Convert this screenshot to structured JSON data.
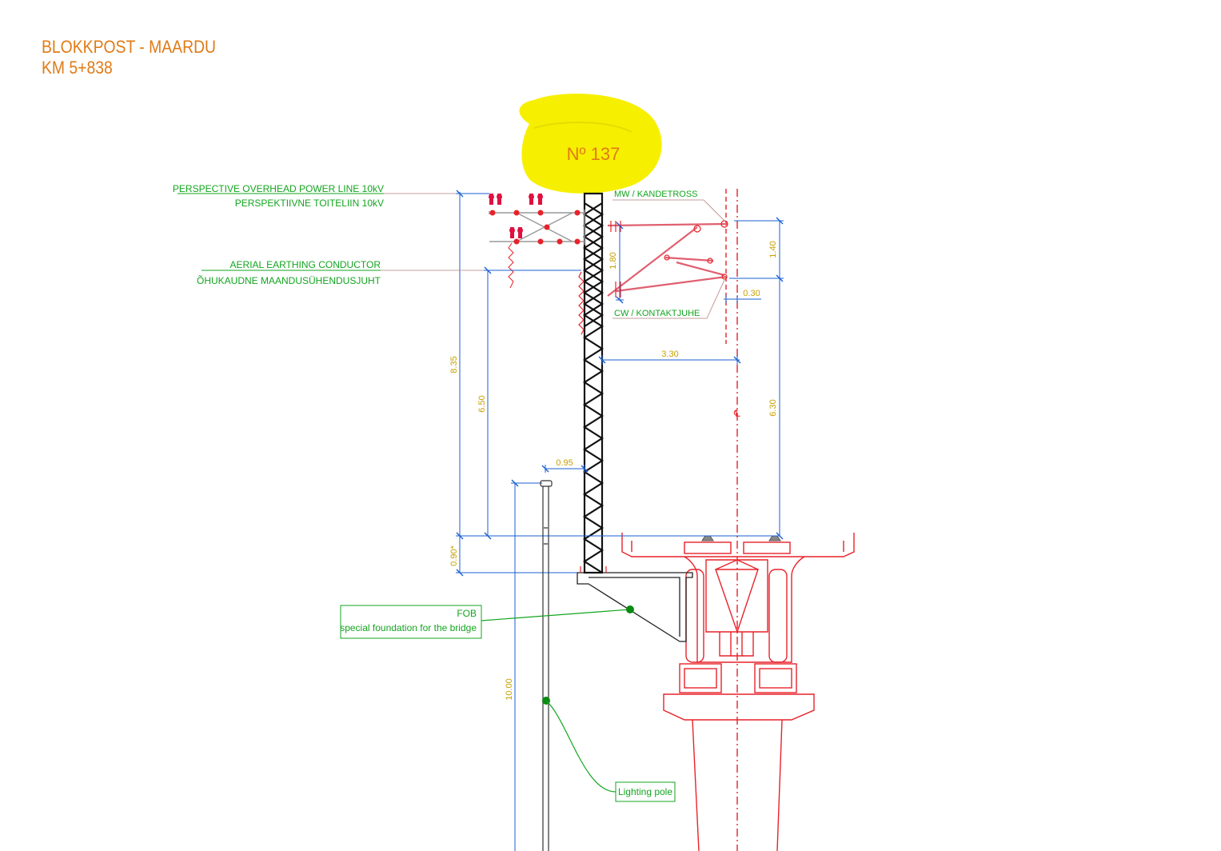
{
  "header": {
    "title_line1": "BLOKKPOST - MAARDU",
    "title_line2": "KM 5+838"
  },
  "mast_number": "Nº 137",
  "labels": {
    "overhead_power_en": "PERSPECTIVE OVERHEAD POWER LINE 10kV",
    "overhead_power_et": "PERSPEKTIIVNE TOITELIIN 10kV",
    "earthing_en": "AERIAL EARTHING CONDUCTOR",
    "earthing_et": "ÕHUKAUDNE MAANDUSÜHENDUSJUHT",
    "messenger_wire": "MW / KANDETROSS",
    "contact_wire": "CW / KONTAKTJUHE",
    "fob_title": "FOB",
    "fob_desc": "special foundation for the bridge",
    "lighting_pole": "Lighting pole"
  },
  "dimensions": {
    "d_8_35": "8.35",
    "d_6_50": "6.50",
    "d_1_80": "1.80",
    "d_1_40": "1.40",
    "d_0_30": "0.30",
    "d_3_30": "3.30",
    "d_6_30": "6.30",
    "d_0_95": "0.95",
    "d_0_90": "0.90*",
    "d_10_00": "10.00"
  },
  "centerline_symbol": "℄",
  "colors": {
    "title": "#e07b16",
    "highlight": "#f7ef00",
    "label_green": "#13a51f",
    "dimension_text": "#c8a000",
    "dimension_line": "#1a5fd0",
    "structure_red": "#e8222a",
    "mast": "#111111",
    "insulator": "#e01040"
  }
}
